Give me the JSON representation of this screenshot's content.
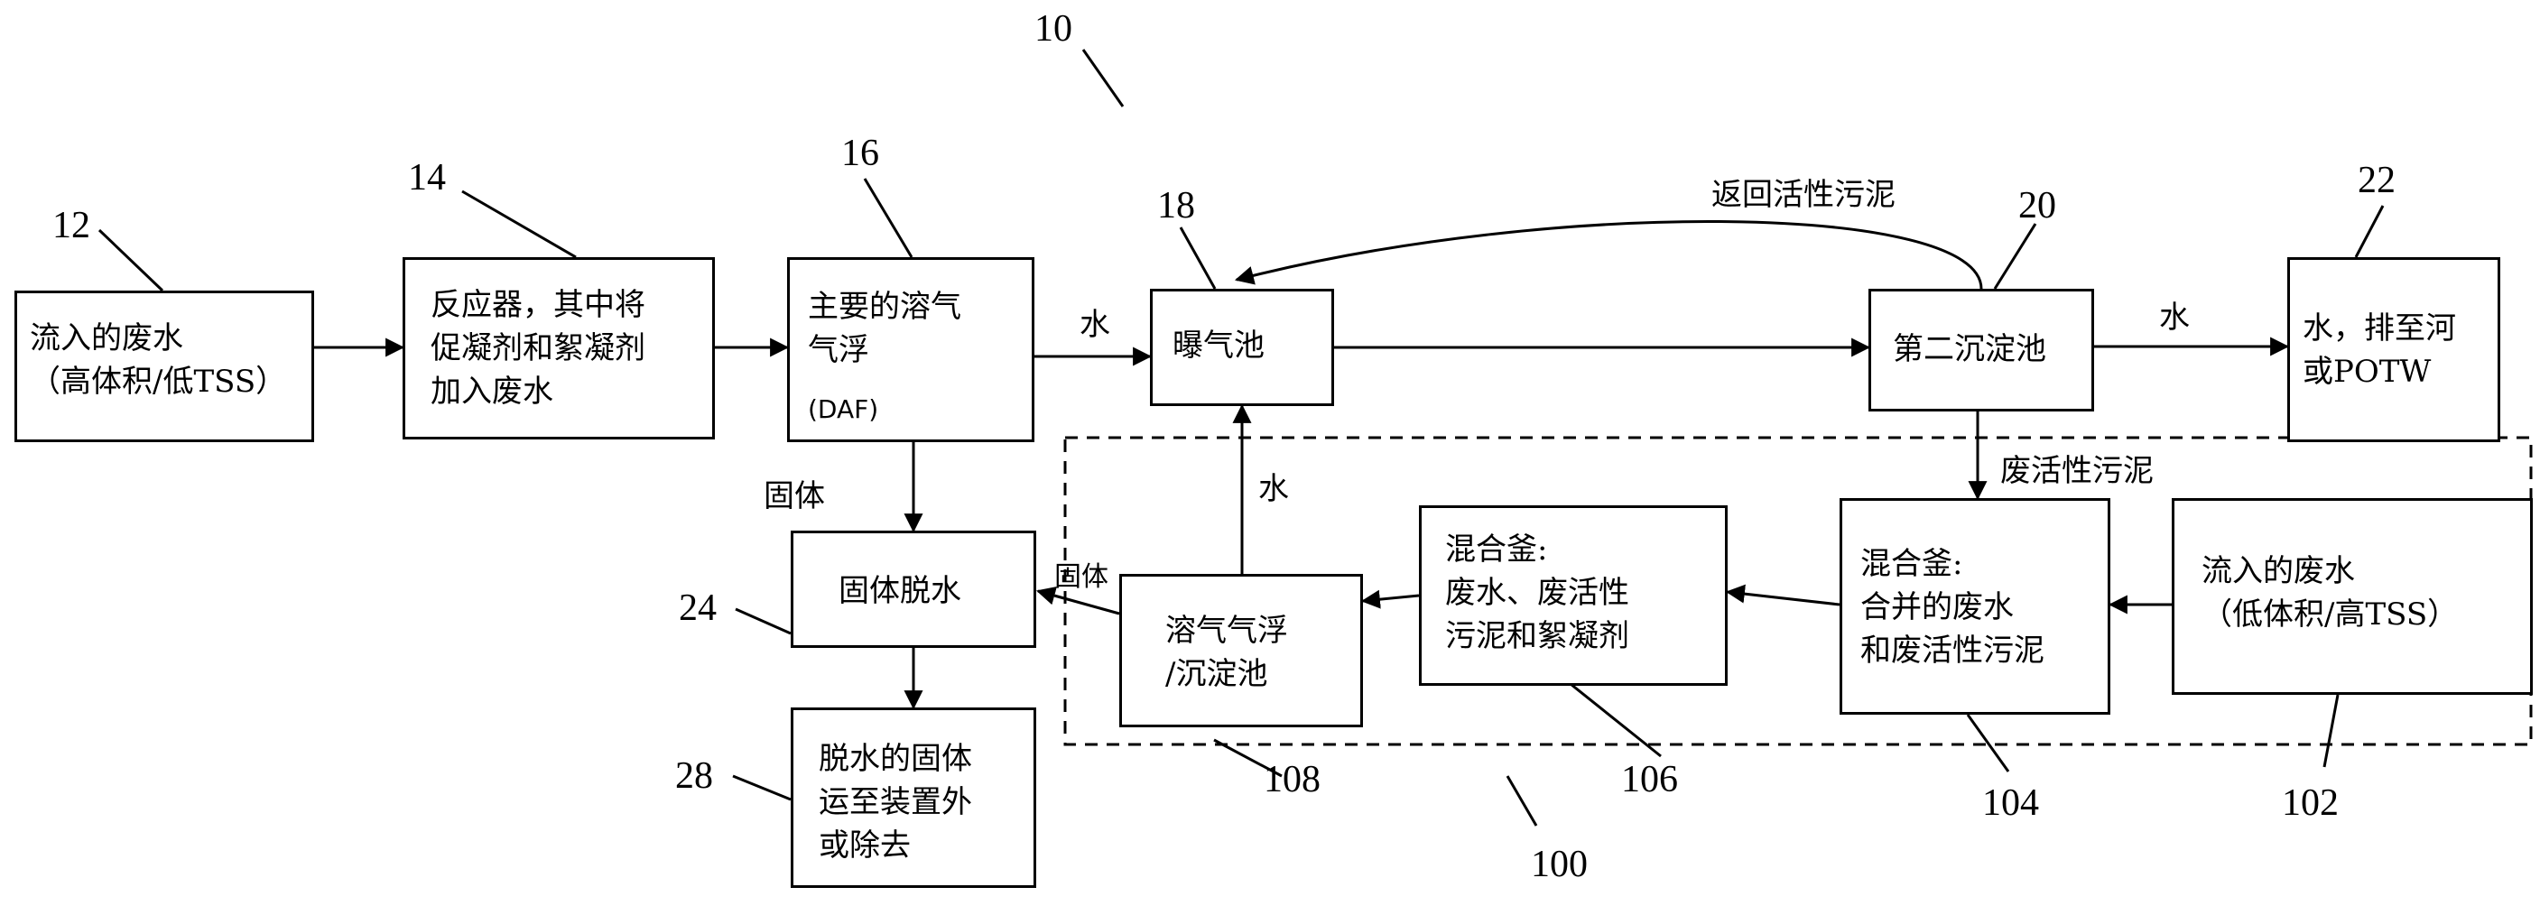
{
  "figure_number": "10",
  "boxes": {
    "b12": {
      "text": "流入的废水\n（高体积/低TSS）"
    },
    "b14": {
      "text": "反应器，其中将\n促凝剂和絮凝剂\n加入废水"
    },
    "b16": {
      "text": "主要的溶气\n气浮",
      "sub": "(DAF)"
    },
    "b18": {
      "text": "曝气池"
    },
    "b20": {
      "text": "第二沉淀池"
    },
    "b22": {
      "text": "水，排至河\n或POTW"
    },
    "b24": {
      "text": "固体脱水"
    },
    "b28": {
      "text": "脱水的固体\n运至装置外\n或除去"
    },
    "b108": {
      "text": "溶气气浮\n/沉淀池"
    },
    "b106": {
      "text": "混合釜:\n废水、废活性\n污泥和絮凝剂"
    },
    "b104": {
      "text": "混合釜:\n合并的废水\n和废活性污泥"
    },
    "b102": {
      "text": "流入的废水\n（低体积/高TSS）"
    }
  },
  "labels": {
    "water1": "水",
    "water2": "水",
    "water3": "水",
    "solids1": "固体",
    "solids2": "固体",
    "return_sludge": "返回活性污泥",
    "waste_sludge": "废活性污泥"
  },
  "refs": {
    "r12": "12",
    "r14": "14",
    "r16": "16",
    "r18": "18",
    "r20": "20",
    "r22": "22",
    "r24": "24",
    "r28": "28",
    "r108": "108",
    "r106": "106",
    "r104": "104",
    "r102": "102",
    "r100": "100"
  }
}
